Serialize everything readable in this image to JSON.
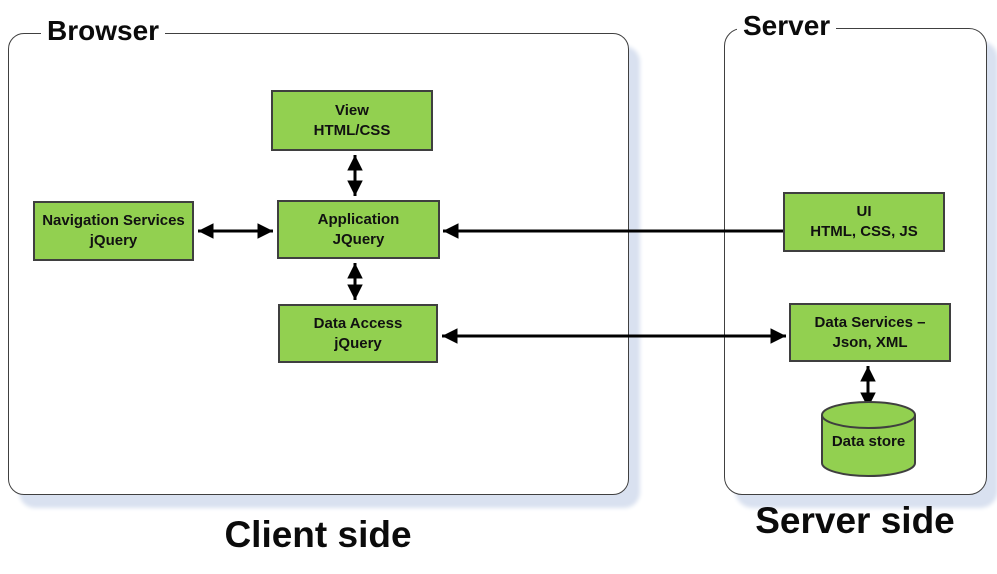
{
  "diagram": {
    "containers": {
      "browser": {
        "label": "Browser",
        "caption": "Client side"
      },
      "server": {
        "label": "Server",
        "caption": "Server side"
      }
    },
    "nodes": {
      "view": {
        "line1": "View",
        "line2": "HTML/CSS"
      },
      "navigation_services": {
        "line1": "Navigation Services",
        "line2": "jQuery"
      },
      "application": {
        "line1": "Application",
        "line2": "JQuery"
      },
      "data_access": {
        "line1": "Data Access",
        "line2": "jQuery"
      },
      "ui": {
        "line1": "UI",
        "line2": "HTML, CSS, JS"
      },
      "data_services": {
        "line1": "Data Services –",
        "line2": "Json, XML"
      },
      "data_store": {
        "label": "Data store"
      }
    },
    "connectors": [
      {
        "from": "view",
        "to": "application",
        "direction": "bidirectional"
      },
      {
        "from": "navigation_services",
        "to": "application",
        "direction": "bidirectional"
      },
      {
        "from": "ui",
        "to": "application",
        "direction": "one-way"
      },
      {
        "from": "application",
        "to": "data_access",
        "direction": "bidirectional"
      },
      {
        "from": "data_access",
        "to": "data_services",
        "direction": "bidirectional"
      },
      {
        "from": "data_services",
        "to": "data_store",
        "direction": "bidirectional"
      }
    ],
    "colors": {
      "node_fill": "#92d050",
      "node_border": "#3f3f3f",
      "container_border": "#404040",
      "container_shadow": "#d9e1f0",
      "arrow": "#000000",
      "background": "#ffffff",
      "text": "#0b0b0b"
    }
  }
}
